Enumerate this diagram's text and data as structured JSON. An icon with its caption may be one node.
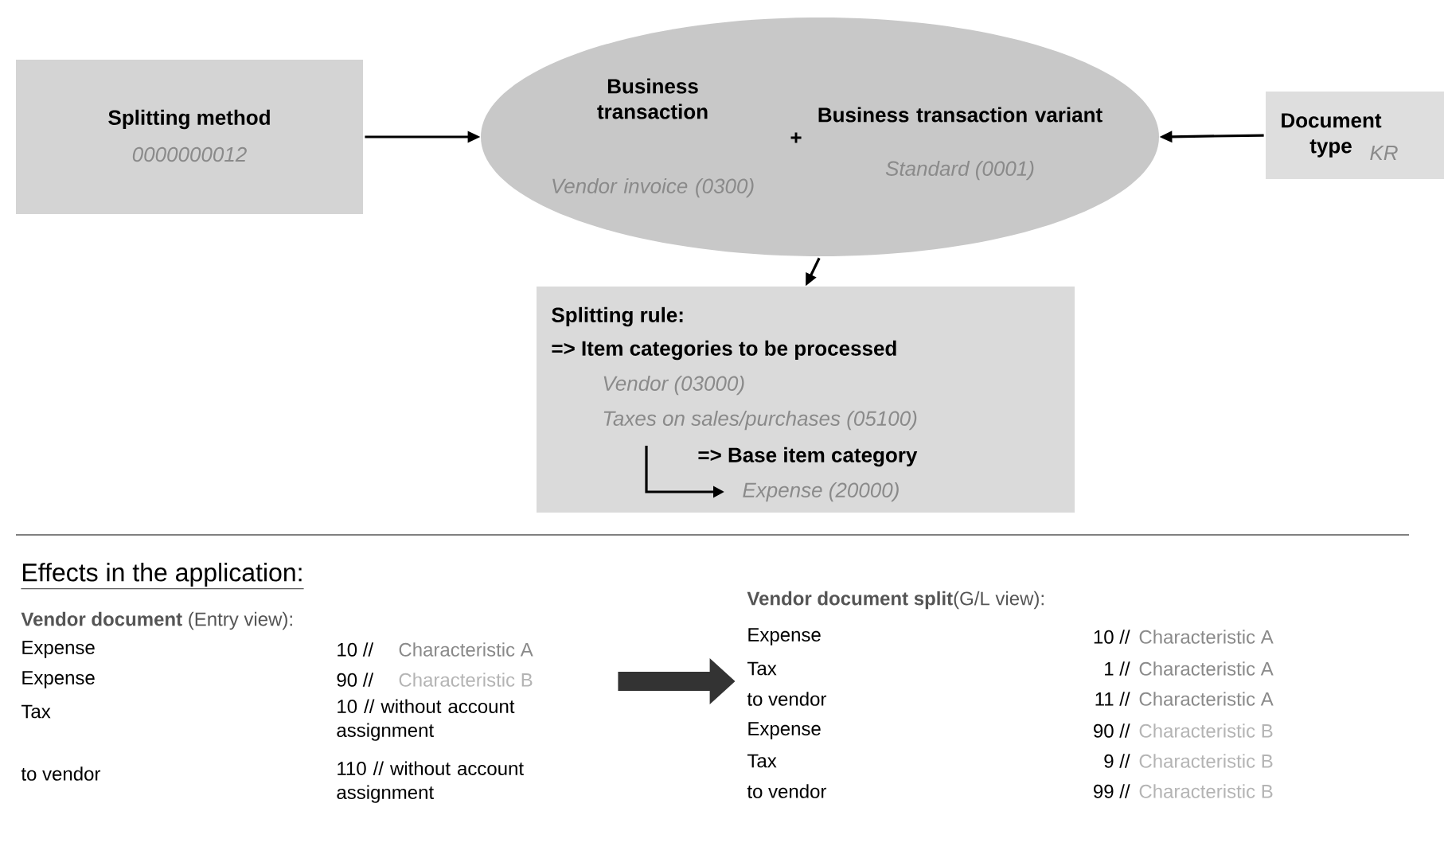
{
  "diagram": {
    "nodes": [
      {
        "text": [
          "Splitting method",
          "0000000012"
        ]
      },
      {
        "text": [
          "Business transaction",
          "Vendor invoice (0300)",
          "+",
          "Business transaction variant",
          "Standard (0001)"
        ]
      },
      {
        "text": [
          "Document type",
          "KR"
        ]
      },
      {
        "text": [
          "Splitting rule:",
          "=> Item categories to be processed",
          "Vendor (03000)",
          "Taxes on sales/purchases (05100)",
          "=> Base item category",
          "Expense (20000)"
        ]
      },
      {
        "text": [
          "**Vendor document** (Entry view):",
          "Expense",
          "10 //",
          "Characteristic A",
          "Expense",
          "90 //",
          "Characteristic B",
          "Tax",
          "10 // without account assignment",
          "to vendor",
          "110 // without account assignment"
        ]
      },
      {
        "text": [
          "**Vendor document split**(G/L view):",
          "Expense",
          "10 //",
          "Characteristic A",
          "Tax",
          "1 //",
          "Characteristic A",
          "to vendor",
          "11 //",
          "Characteristic A",
          "Expense",
          "90 //",
          "Characteristic B",
          "Tax",
          "9 //",
          "Characteristic B",
          "to vendor",
          "99 //",
          "Characteristic B"
        ]
      }
    ],
    "edges": [
      {
        "from": 0,
        "to": 1,
        "arrow": "to"
      },
      {
        "from": 2,
        "to": 1,
        "arrow": "to"
      },
      {
        "from": 1,
        "to": 3,
        "arrow": "to"
      },
      {
        "from": 4,
        "to": 5,
        "arrow": "to",
        "style": "thick",
        "color": "#333333"
      }
    ],
    "labels": [
      "Effects in the application:"
    ]
  }
}
